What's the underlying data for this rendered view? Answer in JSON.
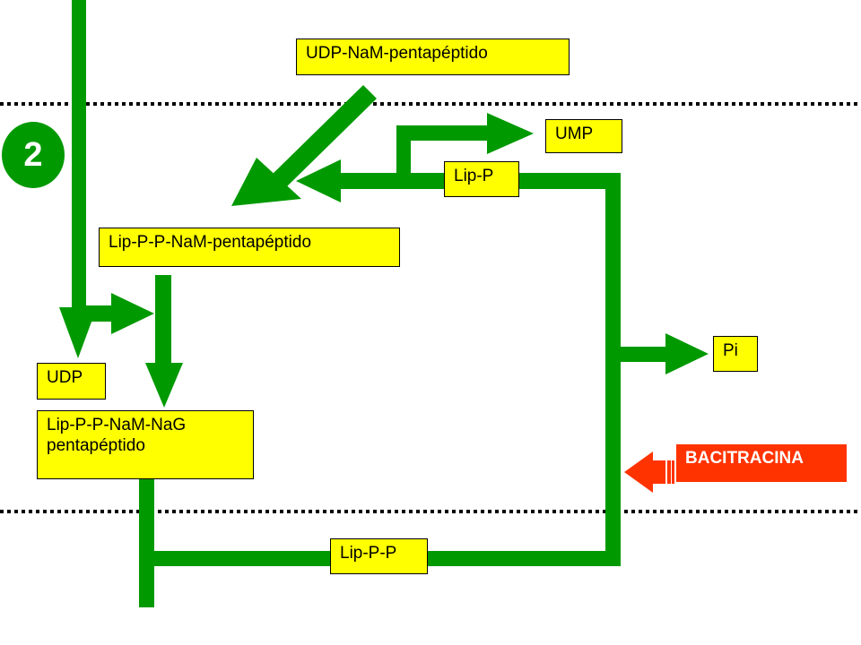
{
  "colors": {
    "arrow_green": "#009900",
    "box_fill": "#ffff00",
    "inhibitor_red": "#ff3300",
    "dotted_line": "#000000"
  },
  "step_number": "2",
  "labels": {
    "udp_nam_pentapeptide": "UDP-NaM-pentapéptido",
    "ump": "UMP",
    "lip_p": "Lip-P",
    "lip_pp_nam_pentapeptide": "Lip-P-P-NaM-pentapéptido",
    "udp": "UDP",
    "lip_pp_nam_nag_line1": "Lip-P-P-NaM-NaG",
    "lip_pp_nam_nag_line2": "pentapéptido",
    "pi": "Pi",
    "lip_pp": "Lip-P-P",
    "bacitracina": "BACITRACINA"
  }
}
